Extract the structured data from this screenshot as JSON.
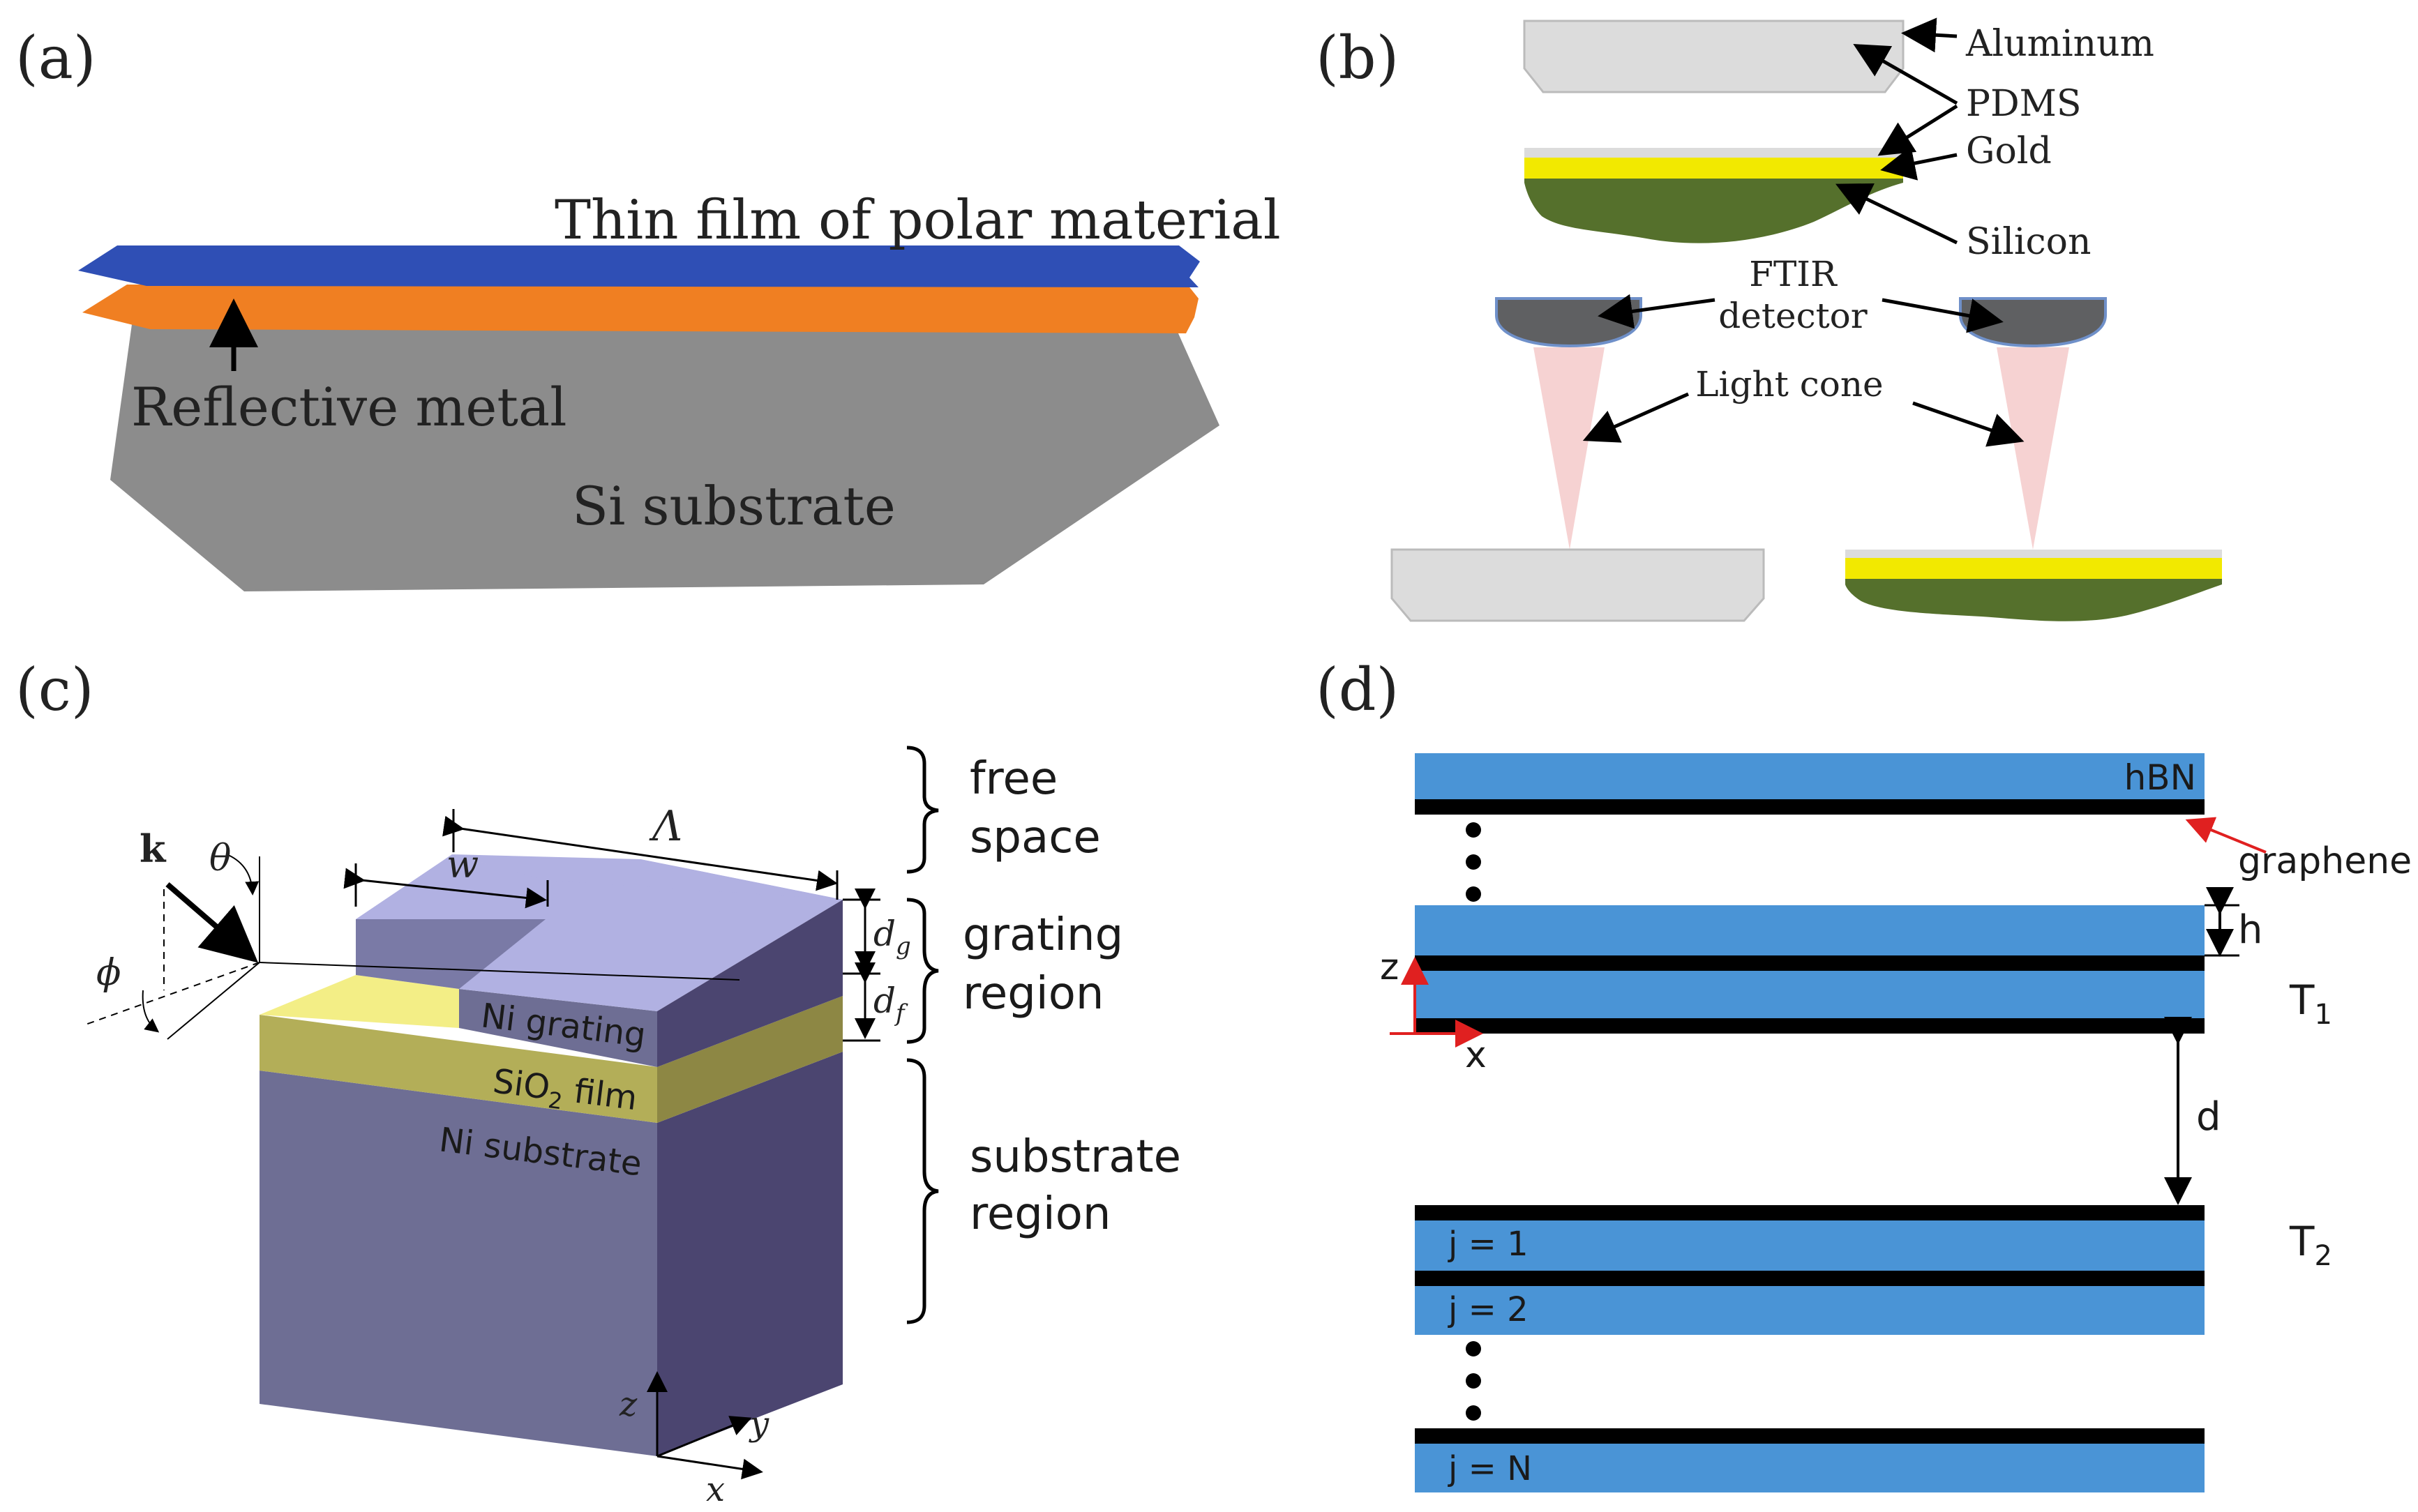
{
  "panels": {
    "a": {
      "label": "(a)",
      "film_label": "Thin film of polar material",
      "metal_label": "Reflective metal",
      "substrate_label": "Si substrate",
      "colors": {
        "film": "#2f4fb5",
        "metal": "#f07f22",
        "substrate": "#8c8c8c"
      }
    },
    "b": {
      "label": "(b)",
      "aluminum": "Aluminum",
      "pdms": "PDMS",
      "gold": "Gold",
      "silicon": "Silicon",
      "ftir_line1": "FTIR",
      "ftir_line2": "detector",
      "light_cone": "Light cone",
      "colors": {
        "aluminum": "#dcdcdc",
        "gold": "#f2e900",
        "silicon": "#55702c",
        "detector": "#5f6062",
        "cone": "#f6d2d2"
      }
    },
    "c": {
      "label": "(c)",
      "k": "k",
      "theta": "θ",
      "phi": "ϕ",
      "w": "w",
      "lambda": "Λ",
      "dg_base": "d",
      "dg_sub": "g",
      "df_base": "d",
      "df_sub": "f",
      "ni_grating": "Ni grating",
      "sio2_base": "SiO",
      "sio2_sub": "2",
      "sio2_rest": " film",
      "ni_substrate": "Ni substrate",
      "free_line1": "free",
      "free_line2": "space",
      "grating_line1": "grating",
      "grating_line2": "region",
      "substrate_line1": "substrate",
      "substrate_line2": "region",
      "axis_z": "z",
      "axis_y": "y",
      "axis_x": "x",
      "colors": {
        "ni_front": "#6e6e94",
        "ni_top": "#b1b1e2",
        "ni_side": "#4b4570",
        "sio2": "#b3ae58",
        "yellow": "#f3ee86"
      }
    },
    "d": {
      "label": "(d)",
      "hbn": "hBN",
      "graphene": "graphene",
      "h": "h",
      "z": "z",
      "x": "x",
      "t1_base": "T",
      "t1_sub": "1",
      "t2_base": "T",
      "t2_sub": "2",
      "d": "d",
      "j1": "j = 1",
      "j2": "j = 2",
      "jn": "j = N",
      "colors": {
        "hbn": "#4a94d6",
        "graphene": "#000000",
        "axis": "#e02020"
      }
    }
  }
}
